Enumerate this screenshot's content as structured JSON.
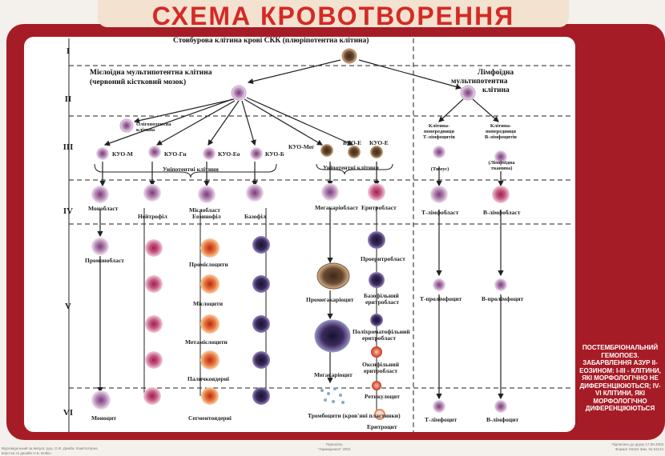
{
  "title": "СХЕМА КРОВОТВОРЕННЯ",
  "levels": [
    "I",
    "II",
    "III",
    "IV",
    "V",
    "VI"
  ],
  "stem_cell": "Стовбурова клітина крові СКК (плюріпотентна клітина)",
  "myeloid": {
    "line1": "Мієлоїдна мультипотентна клітина",
    "line2": "(червоний кістковий мозок)"
  },
  "lymphoid": {
    "line1": "Лімфоїдна",
    "line2": "мультипотентна",
    "line3": "клітина"
  },
  "oligopotent": {
    "line1": "Олігопотентна",
    "line2": "клітина"
  },
  "kuo_m": "КУО-М",
  "kuo_gn": "КУО-Гн",
  "kuo_eo": "КУО-Ео",
  "kuo_b": "КУО-Б",
  "kuo_meg": "КУО-Мег",
  "buo_e": "БУО-Е",
  "kuo_e": "КУО-Е",
  "unipotent_left": "Уніпотентні клітини",
  "unipotent_right": "Уніпотентні клітини",
  "t_precursor": {
    "line1": "Клітина-",
    "line2": "попередниця",
    "line3": "Т-лімфоцитів"
  },
  "b_precursor": {
    "line1": "Клітина-",
    "line2": "попередниця",
    "line3": "В-лімфоцитів"
  },
  "thymus": "(Тимус)",
  "lymph_tissue": {
    "line1": "(Лімфоїдна",
    "line2": "тканина)"
  },
  "monoblast": "Монобласт",
  "neutrophil": "Нейтрофіл",
  "myeloblast": {
    "line1": "Мієлобласт",
    "line2": "Еозинофіл"
  },
  "basophil": "Базофіл",
  "megakaryoblast": "Мегакаріобласт",
  "erythroblast": "Еритробласт",
  "t_lymphoblast": "Т-лімфобласт",
  "b_lymphoblast": "В-лімфобласт",
  "promonoblast": "Промонобласт",
  "promyelocytes": "Промієлоцити",
  "myelocytes": "Мієлоцити",
  "metamyelocytes": "Метамієлоцити",
  "band": "Паличкоядерні",
  "promegakaryocyte": "Промегакаріоцит",
  "megakaryocyte": "Мегакаріоцит",
  "proerythroblast": "Проеритробласт",
  "basophilic_erythroblast": {
    "line1": "Базофільний",
    "line2": "еритробласт"
  },
  "polychromatophilic": {
    "line1": "Поліхроматофільний",
    "line2": "еритробласт"
  },
  "oxyphilic": {
    "line1": "Оксифільний",
    "line2": "еритробласт"
  },
  "reticulocyte": "Ретикулоцит",
  "t_prolymphocyte": "Т-пролімфоцит",
  "b_prolymphocyte": "В-пролімфоцит",
  "monocyte": "Моноцит",
  "segmented": "Сегментоядерні",
  "thrombocytes": "Тромбоцити (кров'яні пластинки)",
  "erythrocyte": "Еритроцит",
  "t_lymphocyte": "Т-лімфоцит",
  "b_lymphocyte": "В-лімфоцит",
  "sidebar_note": "ПОСТЕМБРІОНАЛЬНИЙ ГЕМОПОЕЗ. ЗАБАРВЛЕННЯ АЗУР ІІ-ЕОЗИНОМ: І-ІІІ - КЛІТИНИ, ЯКІ МОРФОЛОГІЧНО НЕ ДИФЕРЕНЦІЮЮТЬСЯ; IV-VI КЛІТИНИ, ЯКІ МОРФОЛОГІЧНО ДИФЕРЕНЦІЮЮТЬСЯ",
  "footer_left": "Відповідальний за випуск: доц. О.Ф. Демба. Комп'ютерна верстка та дизайн Н.Б. Бойко",
  "footer_center": "Тернопіль \"Укрмедкнига\" 2003",
  "footer_right": "Підписано до друку 17.06.2003 Формат 60х84 Зам. № 53124",
  "colors": {
    "frame": "#a61c26",
    "title": "#d42a26",
    "banner": "#f2e2cf"
  }
}
